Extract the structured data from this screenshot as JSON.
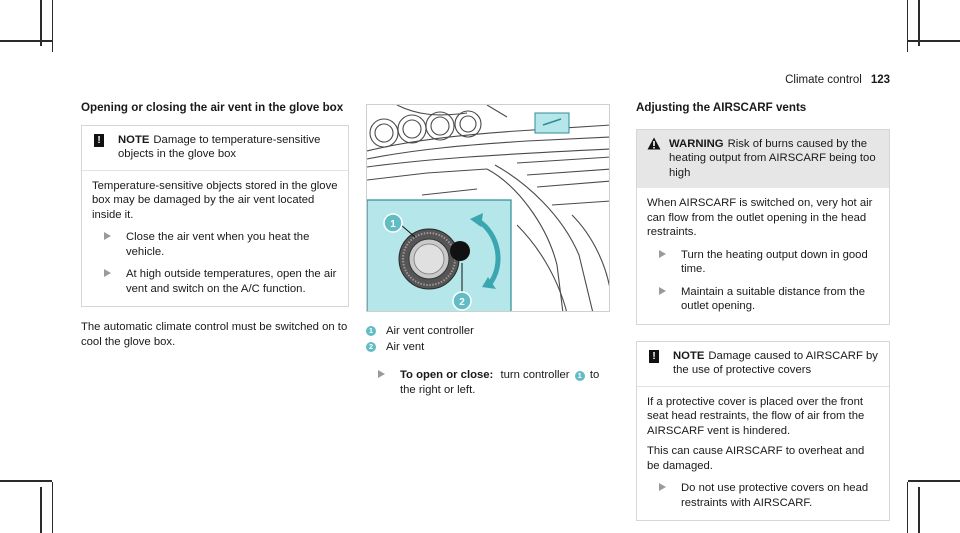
{
  "header": {
    "title": "Climate control",
    "page": "123"
  },
  "left": {
    "heading": "Opening or closing the air vent in the glove box",
    "note": {
      "label": "NOTE",
      "text": "Damage to temperature-sensitive objects in the glove box",
      "body": "Temperature-sensitive objects stored in the glove box may be damaged by the air vent located inside it.",
      "steps": [
        "Close the air vent when you heat the vehicle.",
        "At high outside temperatures, open the air vent and switch on the A/C function."
      ]
    },
    "after": "The automatic climate control must be switched on to cool the glove box."
  },
  "middle": {
    "legend": [
      {
        "num": "1",
        "text": "Air vent controller"
      },
      {
        "num": "2",
        "text": "Air vent"
      }
    ],
    "step": {
      "bold": "To open or close:",
      "text_a": "turn controller",
      "num": "1",
      "text_b": "to the right or left."
    }
  },
  "right": {
    "heading": "Adjusting the AIRSCARF vents",
    "warning": {
      "label": "WARNING",
      "text": "Risk of burns caused by the heating output from AIRSCARF being too high",
      "body": "When AIRSCARF is switched on, very hot air can flow from the outlet opening in the head restraints.",
      "steps": [
        "Turn the heating output down in good time.",
        "Maintain a suitable distance from the outlet opening."
      ]
    },
    "note": {
      "label": "NOTE",
      "text": "Damage caused to AIRSCARF by the use of protective covers",
      "body1": "If a protective cover is placed over the front seat head restraints, the flow of air from the AIRSCARF vent is hindered.",
      "body2": "This can cause AIRSCARF to overheat and be damaged.",
      "steps": [
        "Do not use protective covers on head restraints with AIRSCARF."
      ]
    }
  },
  "colors": {
    "accent": "#62bcc4",
    "highlight": "#b5e6ea",
    "box_grey": "#e6e6e6"
  }
}
